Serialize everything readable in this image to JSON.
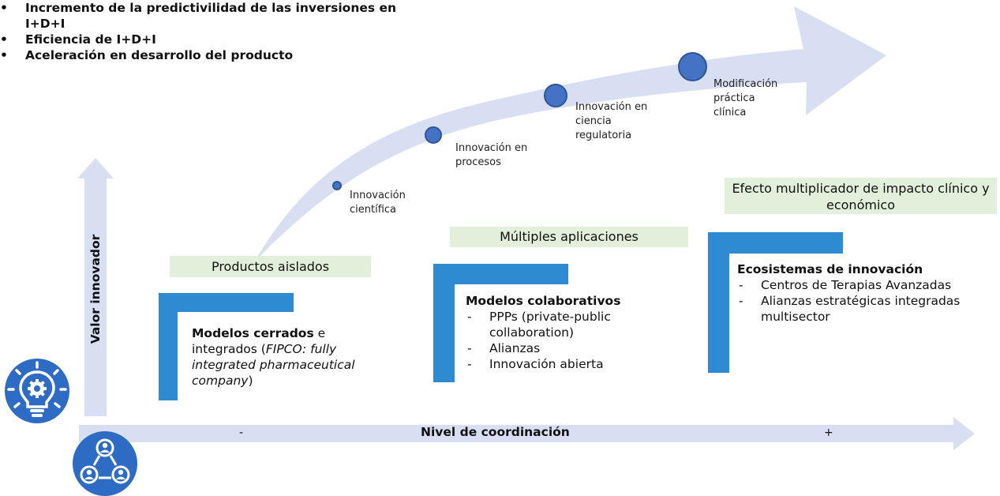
{
  "bullets": [
    "Incremento de la predictivilidad de las inversiones en I+D+I",
    "Eficiencia de I+D+I",
    "Aceleración en desarrollo del producto"
  ],
  "axes": {
    "vertical_label": "Valor innovador",
    "horizontal_label": "Nivel de coordinación",
    "minus": "-",
    "plus": "+"
  },
  "stages": [
    {
      "label": "Innovación científica"
    },
    {
      "label": "Innovación en procesos"
    },
    {
      "label": "Innovación en ciencia regulatoria"
    },
    {
      "label": "Modificación práctica clínica"
    }
  ],
  "boxes": {
    "productos_aislados": "Productos aislados",
    "multiples_aplicaciones": "Múltiples aplicaciones",
    "efecto_multiplicador": "Efecto multiplicador de impacto clínico y económico"
  },
  "models": {
    "cerrados": {
      "title": "Modelos cerrados",
      "text1": " e integrados (",
      "italic": "FIPCO: fully integrated pharmaceutical company",
      "text2": ")"
    },
    "colaborativos": {
      "title": "Modelos colaborativos",
      "items": [
        "PPPs (private-public collaboration)",
        "Alianzas",
        "Innovación abierta"
      ]
    },
    "ecosistemas": {
      "title": "Ecosistemas de innovación",
      "items": [
        "Centros de Terapias Avanzadas",
        "Alianzas estratégicas integradas multisector"
      ]
    }
  },
  "icons": {
    "top": "lightbulb-gear-icon",
    "bottom": "people-network-icon"
  },
  "colors": {
    "arrow": "#d9dff2",
    "dot": "#4472c4",
    "bar": "#2e8bd2",
    "green": "#e2efda",
    "icon": "#2e6bc4"
  }
}
